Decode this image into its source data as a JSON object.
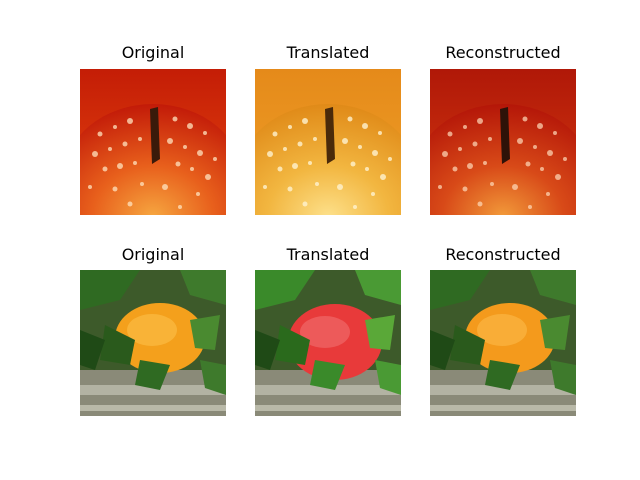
{
  "rows": [
    {
      "subject": "apple with water droplets",
      "panels": [
        {
          "title": "Original",
          "image": "red-apple-droplets"
        },
        {
          "title": "Translated",
          "image": "orange-apple-droplets"
        },
        {
          "title": "Reconstructed",
          "image": "red-apple-droplets-reconstructed"
        }
      ]
    },
    {
      "subject": "fruit among green leaves",
      "panels": [
        {
          "title": "Original",
          "image": "orange-fruit-leaves"
        },
        {
          "title": "Translated",
          "image": "red-apple-leaves"
        },
        {
          "title": "Reconstructed",
          "image": "orange-fruit-leaves-reconstructed"
        }
      ]
    }
  ]
}
